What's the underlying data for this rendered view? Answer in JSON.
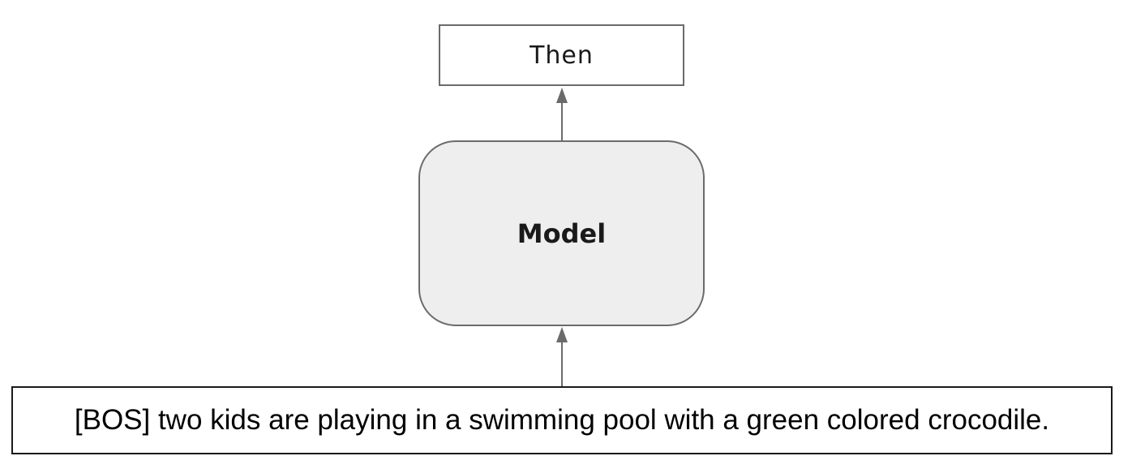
{
  "diagram": {
    "output_token": "Then",
    "model_label": "Model",
    "input_text": "[BOS] two kids are playing in a swimming pool with a green colored crocodile."
  }
}
